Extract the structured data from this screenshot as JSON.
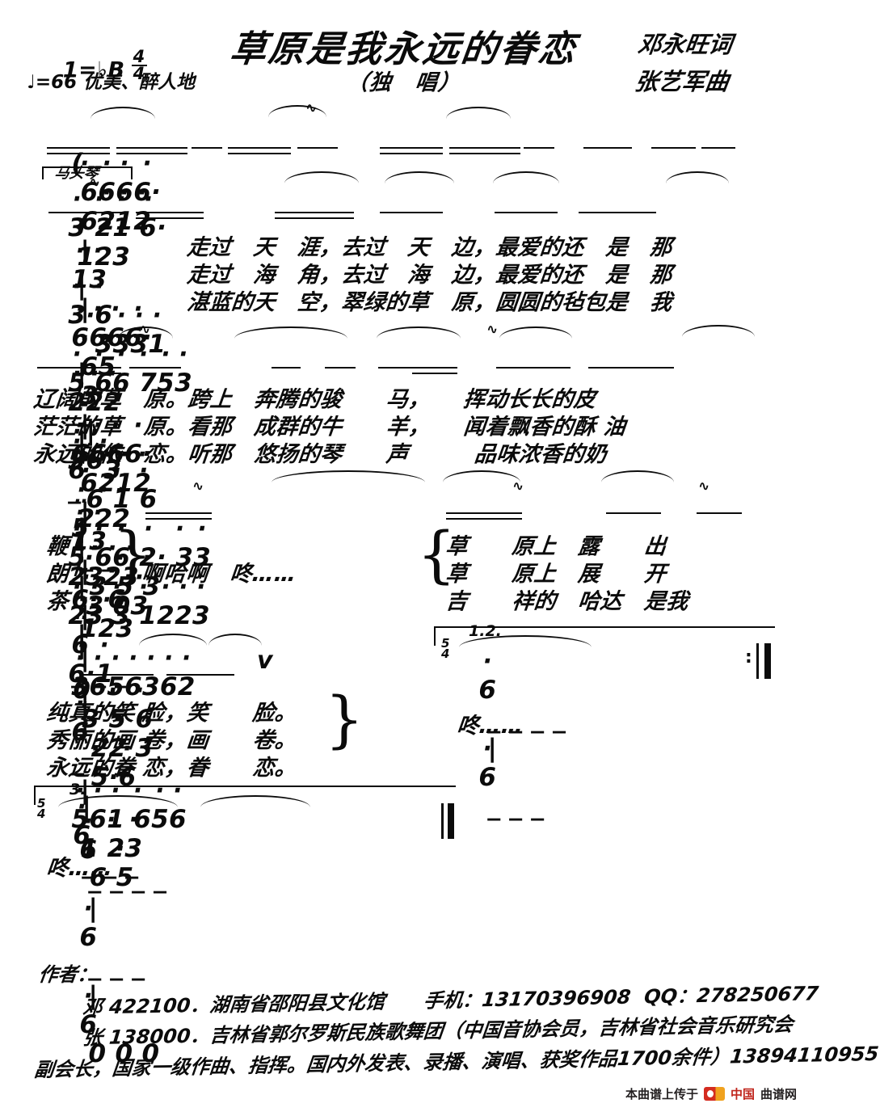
{
  "header": {
    "key_signature": "1=♭B",
    "time_signature_num": "4",
    "time_signature_den": "4",
    "tempo": "♩=66 优美、醉人地",
    "title": "草原是我永远的眷恋",
    "subtitle": "（独　唱）",
    "lyricist_credit": "邓永旺词",
    "composer_credit": "张艺军曲"
  },
  "markings": {
    "matouqin": "马头琴",
    "volta_12": "1.2.",
    "volta_3": "3."
  },
  "score": {
    "line1": {
      "measures": [
        "(6 6 6 6·  6 2 1 2 | 1 3",
        "6 6 6 6·  6 5 3",
        "6 6 6 6·  6 2 1 2 | 1 3",
        "6· 6 1 2 3",
        "3 6 5 6 3 6 2"
      ],
      "plain": "( 6 6 6 6· 6 2 1 2 | 1 3 | 6 6 6 6· 6 5 3 | 6 6 6 6· 6 2 1 2 | 1 3 | 6· 6 1 2 3 | 3 6 5 6 3 6 2 |"
    },
    "line2": {
      "plain": "3 2 1 6· 1 2 3 | 3 6 | 3 3 3 1 | 2 2 2 | 3 6 — 2 2 2 | 2 3 2 3 | 3 0 3 |"
    },
    "line3": {
      "plain": "5 6 6 7 5 3 — | 6 3 6 1 6 | 5 6 6 2· 3 3 | 2 3 3 1 2 2 3 | 6· 1"
    },
    "line4": {
      "plain": "5 — — 3 5 3 | 3 6 — — 6 — — | 5 6 1 6 5 6 1 2 3 | 6 5"
    },
    "line5": {
      "plain": "0 3 5 6 2 2 3 5· 6 | 6 — — — | 6 — — — | 6 — — — ‖"
    },
    "line6": {
      "plain": "6 — — — | 6 — — — | 6 0 0 0 ‖"
    }
  },
  "lyrics": {
    "block1": [
      "走过　天　涯，去过　天　边，最爱的还　是　那",
      "走过　海　角，去过　海　边，最爱的还　是　那",
      "湛蓝的天　空，翠绿的草　原，圆圆的毡包是　我"
    ],
    "block2": [
      "辽阔的草　原。跨上　奔腾的骏　　马，　　挥动长长的皮",
      "茫茫的草　原。看那　成群的牛　　羊，　　闻着飘香的酥 油",
      "永远的依　恋。听那　悠扬的琴　　声　　　品味浓香的奶"
    ],
    "block3_left": [
      "鞭！",
      "朗！",
      "茶！"
    ],
    "block3_refrain": "啊哈啊　咚……",
    "block3_right": [
      "草　　原上　露　　出",
      "草　　原上　展　　开",
      "吉　　祥的　哈达　是我"
    ],
    "block4_left": [
      "纯真的笑 脸，笑　　脸。",
      "秀丽的画 卷，画　　卷。",
      "永远的眷 恋，眷　　恋。"
    ],
    "block4_refrain": "咚……",
    "block5_refrain": "咚……"
  },
  "footer": {
    "label": "作者：",
    "line1": "邓 422100．湖南省邵阳县文化馆　　手机：13170396908  QQ：278250677",
    "line2": "张 138000．吉林省郭尔罗斯民族歌舞团（中国音协会员，吉林省社会音乐研究会",
    "line3": "副会长，国家一级作曲、指挥。国内外发表、录播、演唱、获奖作品1700余件）13894110955"
  },
  "watermark": {
    "prefix": "本曲谱上传于",
    "site_red": "中国",
    "site_rest": "曲谱网",
    "logo": "qupu-logo-icon"
  },
  "colors": {
    "ink": "#0b0b0b",
    "paper": "#ffffff",
    "watermark_red": "#c0251c",
    "watermark_orange": "#f0a21e"
  }
}
